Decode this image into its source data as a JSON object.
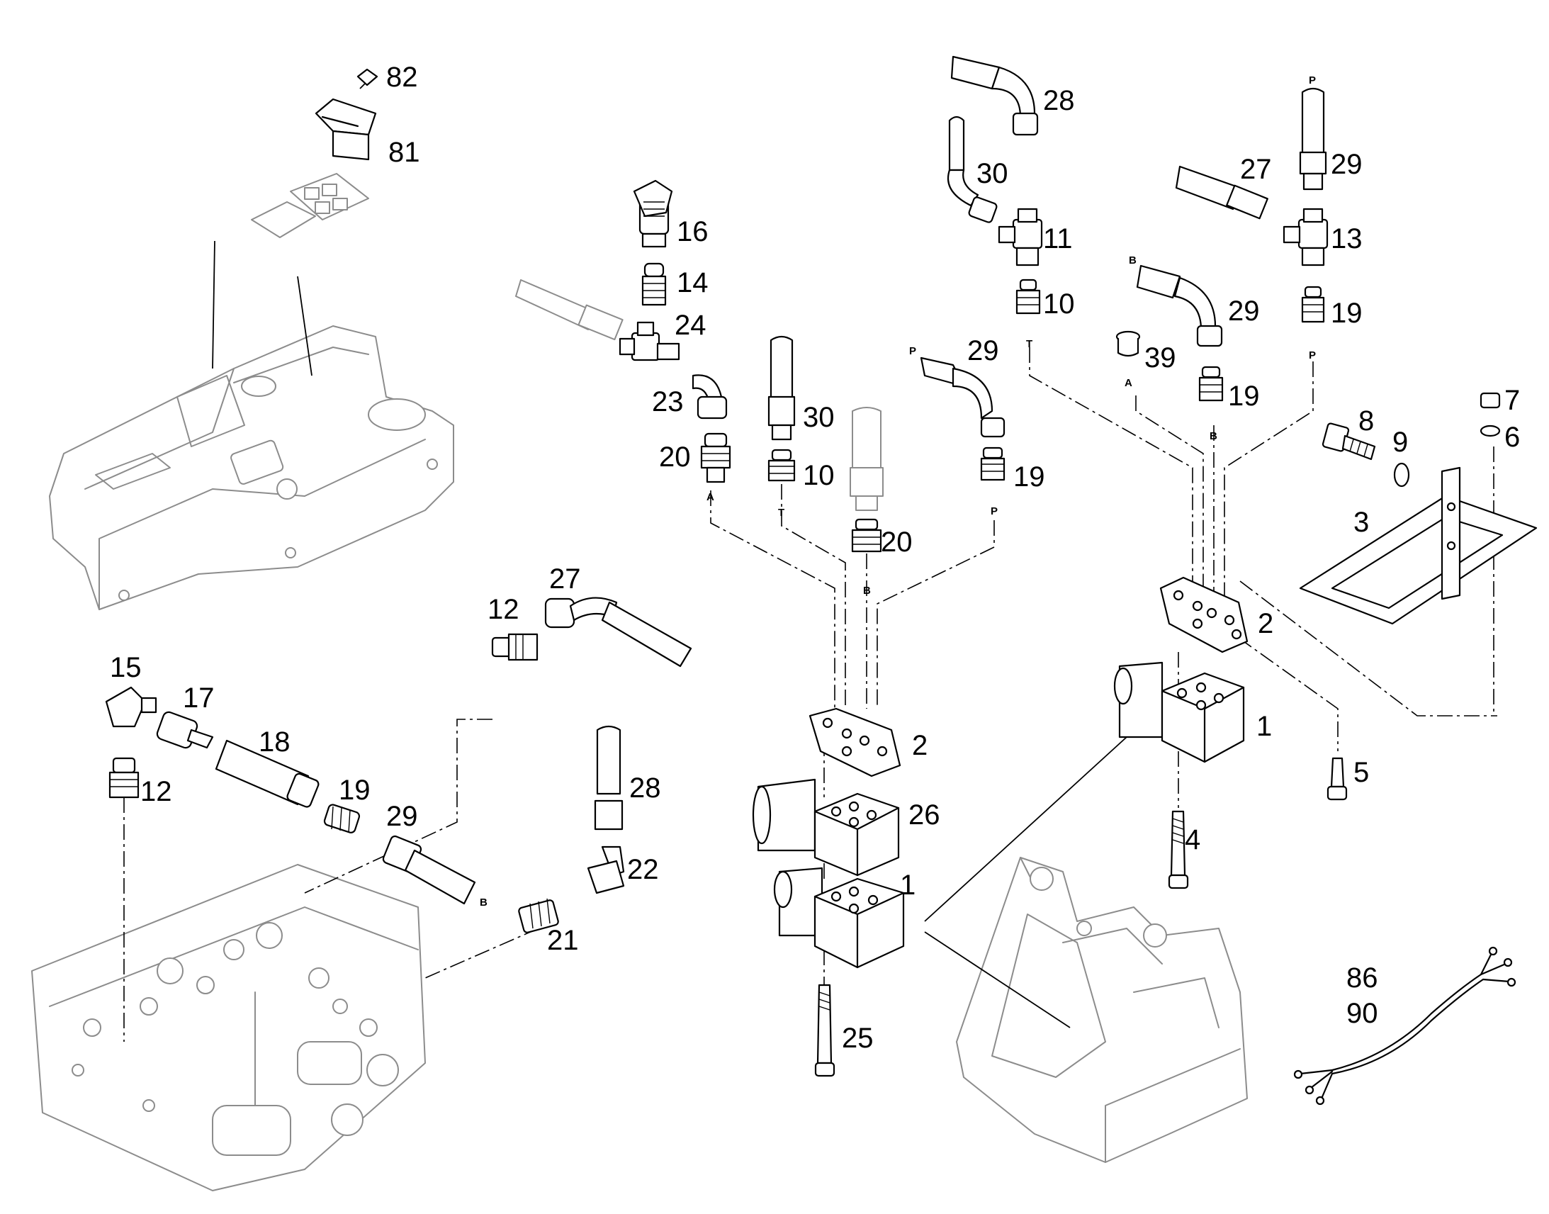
{
  "callouts": {
    "c1a": "1",
    "c1b": "1",
    "c2a": "2",
    "c2b": "2",
    "c3": "3",
    "c4": "4",
    "c5": "5",
    "c6": "6",
    "c7": "7",
    "c8": "8",
    "c9": "9",
    "c10a": "10",
    "c10b": "10",
    "c11": "11",
    "c12a": "12",
    "c12b": "12",
    "c13": "13",
    "c14": "14",
    "c15": "15",
    "c16": "16",
    "c17": "17",
    "c18": "18",
    "c19a": "19",
    "c19b": "19",
    "c19c": "19",
    "c19d": "19",
    "c20a": "20",
    "c20b": "20",
    "c21": "21",
    "c22": "22",
    "c23": "23",
    "c24": "24",
    "c25": "25",
    "c26": "26",
    "c27a": "27",
    "c27b": "27",
    "c28a": "28",
    "c28b": "28",
    "c29a": "29",
    "c29b": "29",
    "c29c": "29",
    "c29d": "29",
    "c30a": "30",
    "c30b": "30",
    "c39": "39",
    "c81": "81",
    "c82": "82",
    "c86": "86",
    "c90": "90"
  },
  "ports": {
    "pA1": "A",
    "pT1": "T",
    "pB1": "B",
    "pP1": "P",
    "pP2": "P",
    "pT2": "T",
    "pA2": "A",
    "pB2": "B",
    "pB3": "B",
    "pP3": "P",
    "pP4": "P",
    "pB4": "B"
  }
}
